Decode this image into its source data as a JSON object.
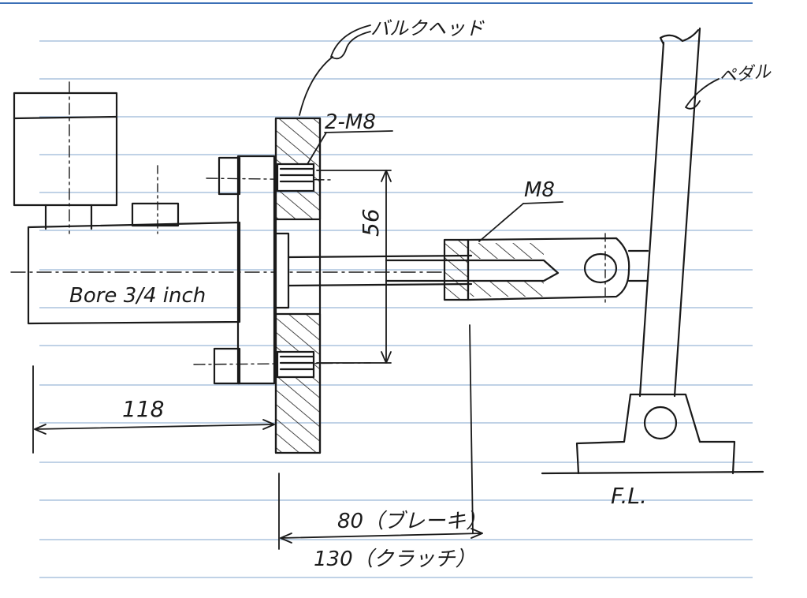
{
  "labels": {
    "bulkhead": "バルクヘッド",
    "pedal": "ペダル",
    "bolts_2m8": "2-M8",
    "m8": "M8",
    "dim_56": "56",
    "bore": "Bore 3/4 inch",
    "dim_118": "118",
    "floor": "F.L.",
    "dim_80": "80（ブレーキ）",
    "dim_130": "130（クラッチ）"
  },
  "colors": {
    "ink": "#1a1a1a",
    "ruled_line": "#9bb6d8",
    "top_rule": "#3b6fb6"
  }
}
